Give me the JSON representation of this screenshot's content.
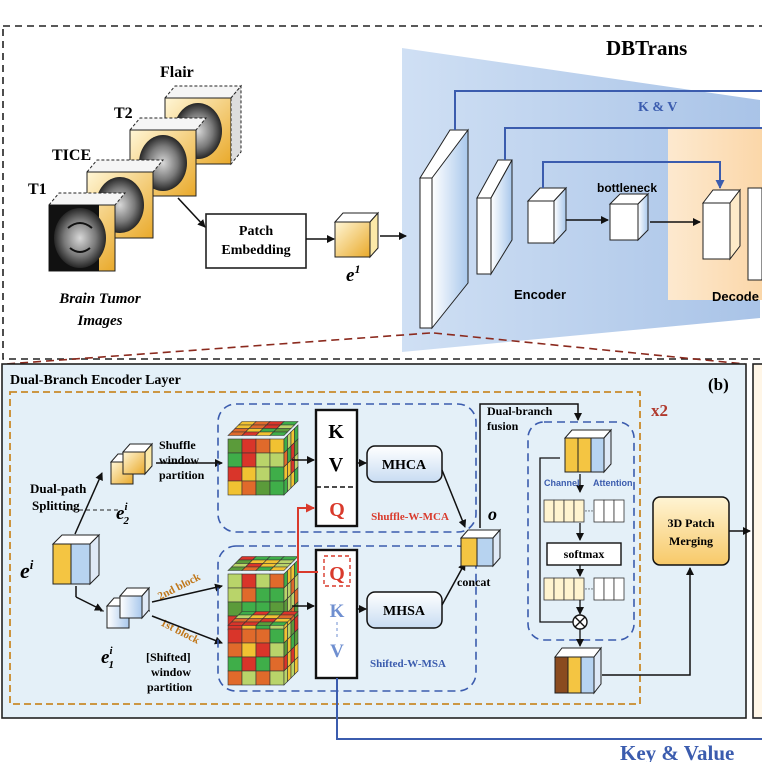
{
  "title": "DBTrans",
  "top": {
    "modalities": [
      "Flair",
      "T2",
      "TICE",
      "T1"
    ],
    "images_caption_line1": "Brain Tumor",
    "images_caption_line2": "Images",
    "patch_embedding_line1": "Patch",
    "patch_embedding_line2": "Embedding",
    "e1_base": "e",
    "e1_sup": "1",
    "kv_label": "K & V",
    "bottleneck": "bottleneck",
    "encoder": "Encoder",
    "decoder": "Decode"
  },
  "layer": {
    "title": "Dual-Branch Encoder Layer",
    "panel_tag": "(b)",
    "repeat": "x2",
    "dual_path_line1": "Dual-path",
    "dual_path_line2": "Splitting",
    "ei": {
      "base": "e",
      "sup": "i"
    },
    "e2": {
      "base": "e",
      "sup": "i",
      "sub": "2"
    },
    "e1": {
      "base": "e",
      "sup": "i",
      "sub": "1"
    },
    "shuffle_line1": "Shuffle",
    "shuffle_line2": "window",
    "shuffle_line3": "partition",
    "second_block": "2nd block",
    "first_block": "1st block",
    "shifted_line1": "[Shifted]",
    "shifted_line2": "window",
    "shifted_line3": "partition",
    "k": "K",
    "v": "V",
    "q": "Q",
    "mhca": "MHCA",
    "mhsa": "MHSA",
    "shuffle_wmca": "Shuffle-W-MCA",
    "shifted_wmsa": "Shifted-W-MSA",
    "o": "o",
    "concat": "concat",
    "fusion_line1": "Dual-branch",
    "fusion_line2": "fusion",
    "channel": "Channel",
    "attention": "Attention",
    "softmax": "softmax",
    "merge_line1": "3D Patch",
    "merge_line2": "Merging"
  },
  "bottom_label": "Key & Value",
  "colors": {
    "blue_arrow": "#3b5cae",
    "red": "#d93a2c",
    "dark_red": "#b03a2e",
    "orange_dash": "#c98a2a",
    "panel_fill": "#e4f0f8",
    "encoder_fill": "#a9c4e8",
    "decoder_fill": "#fbe0bf",
    "cube_yellow": "#f4c542",
    "cube_blue": "#b7d3f0",
    "cube_brown": "#8a4b1f"
  }
}
